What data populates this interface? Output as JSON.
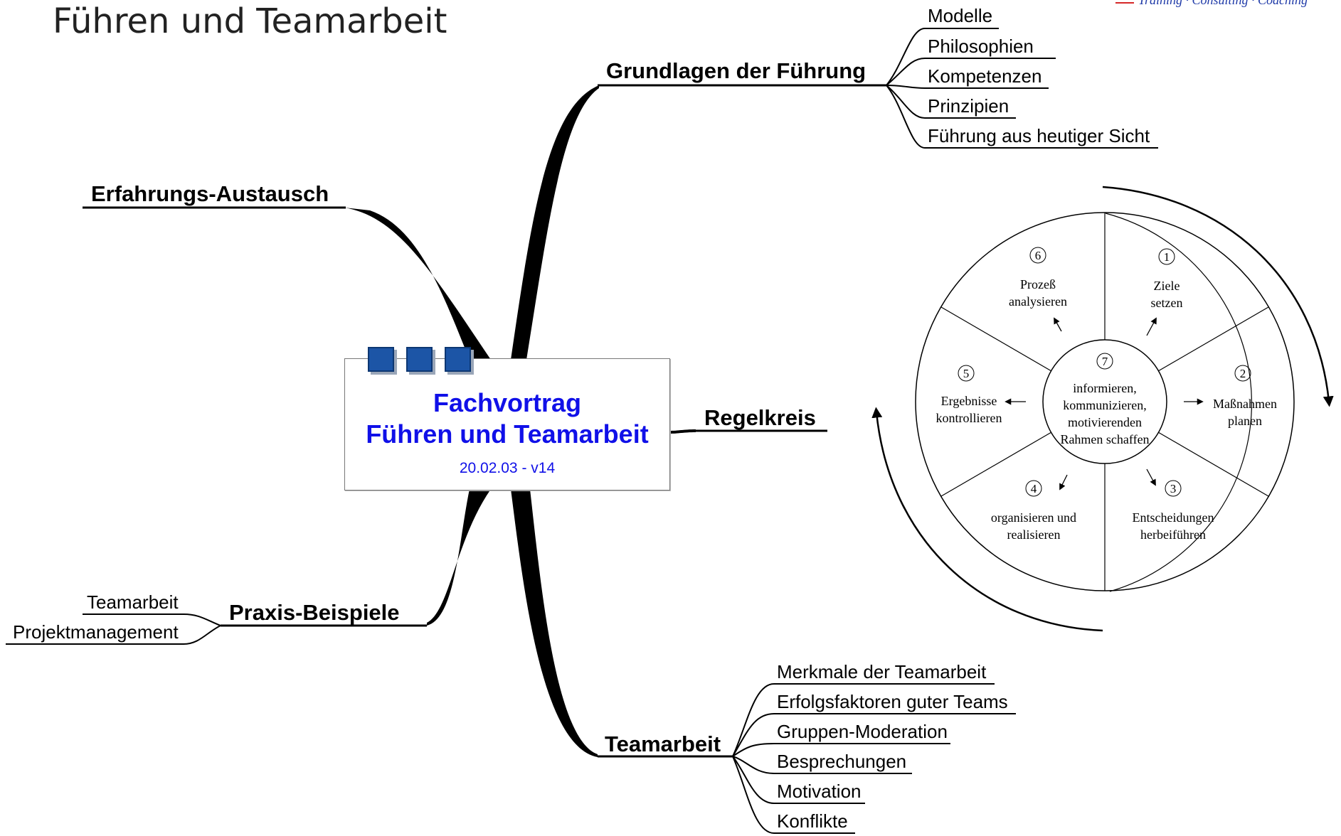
{
  "page_title": "Führen und Teamarbeit",
  "brand_tagline": "Training · Consulting · Coaching",
  "center": {
    "title_line1": "Fachvortrag",
    "title_line2": "Führen und Teamarbeit",
    "version": "20.02.03 - v14",
    "title_color": "#1010e8",
    "square_color": "#1c55a6"
  },
  "branches": {
    "grundlagen": {
      "label": "Grundlagen der Führung",
      "children": [
        "Modelle",
        "Philosophien",
        "Kompetenzen",
        "Prinzipien",
        "Führung aus heutiger Sicht"
      ]
    },
    "erfahrung": {
      "label": "Erfahrungs-Austausch"
    },
    "regelkreis": {
      "label": "Regelkreis"
    },
    "praxis": {
      "label": "Praxis-Beispiele",
      "children": [
        "Teamarbeit",
        "Projektmanagement"
      ]
    },
    "teamarbeit": {
      "label": "Teamarbeit",
      "children": [
        "Merkmale der Teamarbeit",
        "Erfolgsfaktoren guter Teams",
        "Gruppen-Moderation",
        "Besprechungen",
        "Motivation",
        "Konflikte"
      ]
    }
  },
  "wheel": {
    "center": {
      "number": "7",
      "lines": [
        "informieren,",
        "kommunizieren,",
        "motivierenden",
        "Rahmen schaffen"
      ]
    },
    "segments": [
      {
        "number": "1",
        "lines": [
          "Ziele",
          "setzen"
        ]
      },
      {
        "number": "2",
        "lines": [
          "Maßnahmen",
          "planen"
        ]
      },
      {
        "number": "3",
        "lines": [
          "Entscheidungen",
          "herbeiführen"
        ]
      },
      {
        "number": "4",
        "lines": [
          "organisieren und",
          "realisieren"
        ]
      },
      {
        "number": "5",
        "lines": [
          "Ergebnisse",
          "kontrollieren"
        ]
      },
      {
        "number": "6",
        "lines": [
          "Prozeß",
          "analysieren"
        ]
      }
    ]
  }
}
